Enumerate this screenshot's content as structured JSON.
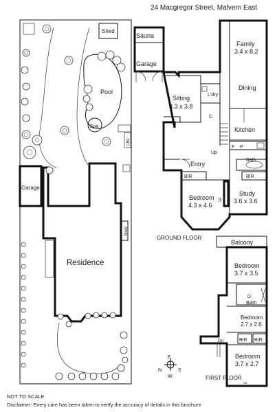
{
  "address": "24 Macgregor Street, Malvern East",
  "site": {
    "shed_top": "Shed",
    "pool": "Pool",
    "spa": "Spa",
    "garage": "Garage",
    "residence": "Residence",
    "shed_side": "Shed",
    "cbd": "CBD"
  },
  "ground_floor": {
    "label": "GROUND FLOOR",
    "sauna": "Sauna",
    "garage": "Garage",
    "sitting": {
      "name": "Sitting",
      "size": "3.3 x 3.8"
    },
    "laundry": "L'dry",
    "c_left": "C",
    "c_mid": "C",
    "family": {
      "name": "Family",
      "size": "3.4 x 8.2"
    },
    "dining": "Dining",
    "kitchen": "Kitchen",
    "f": "F",
    "p": "P",
    "up": "Up",
    "bath": "Bath",
    "entry": "Entry",
    "bir_left": "BIR",
    "bir_right": "BIR",
    "bedroom": {
      "name": "Bedroom",
      "size": "4.3 x 4.6"
    },
    "study": {
      "name": "Study",
      "size": "3.6 x 3.6"
    },
    "gf": "GF"
  },
  "first_floor": {
    "label": "FIRST FLOOR",
    "balcony": "Balcony",
    "bedroom1": {
      "name": "Bedroom",
      "size": "3.7 x 3.5"
    },
    "bath": "Bath",
    "d": "D",
    "bedroom2": {
      "name": "Bedroom",
      "size": "2.7 x 2.6"
    },
    "bir_a": "BIR",
    "bir_b": "BIR",
    "bedroom3": {
      "name": "Bedroom",
      "size": "3.7 x 2.7"
    },
    "dn": "Dn",
    "ac": "AC"
  },
  "compass": {
    "n": "N",
    "e": "E",
    "s": "S",
    "w": "W"
  },
  "footer": {
    "scale": "NOT TO SCALE",
    "disclaimer": "Disclaimer: Every care has been taken to verify the accuracy of details in this brochure"
  }
}
